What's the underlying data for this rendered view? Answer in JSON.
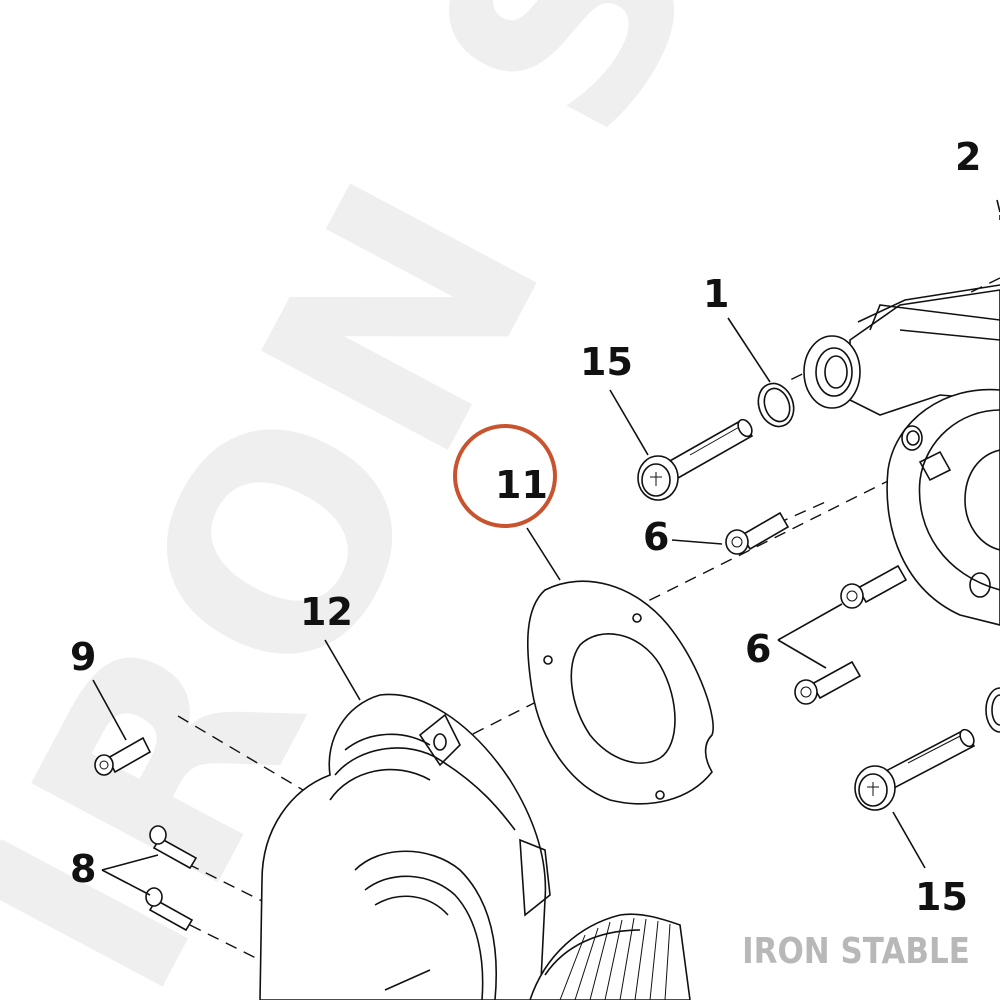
{
  "callouts": [
    {
      "id": "1",
      "label": "1"
    },
    {
      "id": "2",
      "label": "2"
    },
    {
      "id": "6a",
      "label": "6"
    },
    {
      "id": "6b",
      "label": "6"
    },
    {
      "id": "8",
      "label": "8"
    },
    {
      "id": "9",
      "label": "9"
    },
    {
      "id": "11",
      "label": "11"
    },
    {
      "id": "12",
      "label": "12"
    },
    {
      "id": "15a",
      "label": "15"
    },
    {
      "id": "15b",
      "label": "15"
    }
  ],
  "watermark": "IRON ST",
  "brand": "IRON STABLE",
  "colors": {
    "highlight_circle": "#c8532e",
    "watermark": "#efefef",
    "brand": "#b8b8b8",
    "linework": "#111111"
  }
}
